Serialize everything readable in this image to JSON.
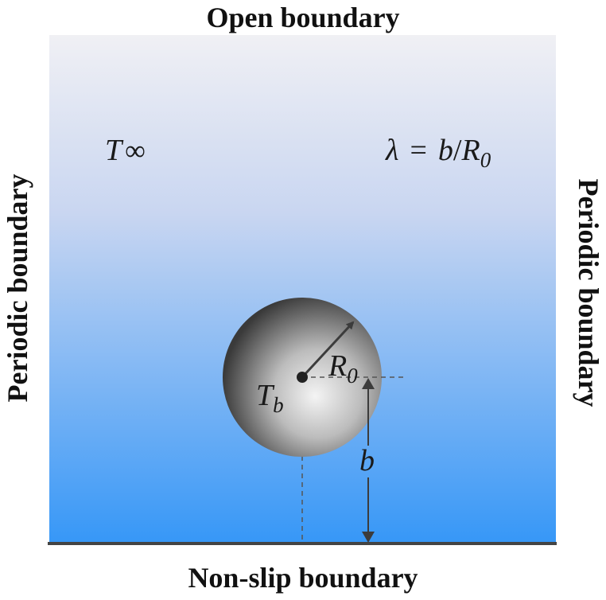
{
  "boundaries": {
    "top": "Open boundary",
    "bottom": "Non-slip boundary",
    "left": "Periodic boundary",
    "right": "Periodic boundary"
  },
  "labels": {
    "ambient_temperature": {
      "base": "T",
      "symbol": "∞"
    },
    "ratio": {
      "lambda": "λ",
      "equals": "=",
      "numerator": "b",
      "slash": "/",
      "denominator_base": "R",
      "denominator_sub": "0"
    },
    "sphere_temperature": {
      "base": "T",
      "sub": "b"
    },
    "radius": {
      "base": "R",
      "sub": "0"
    },
    "distance": "b"
  },
  "colors": {
    "gradient_top": "#f0f0f4",
    "gradient_bottom": "#3697f7",
    "wall": "#444444",
    "sphere_highlight": "#f4f4f4",
    "sphere_shadow": "#3a3a3a",
    "arrow": "#3c3c3c",
    "dashed": "#555555"
  },
  "icons": {
    "sphere": "sphere-particle",
    "center": "center-dot"
  }
}
